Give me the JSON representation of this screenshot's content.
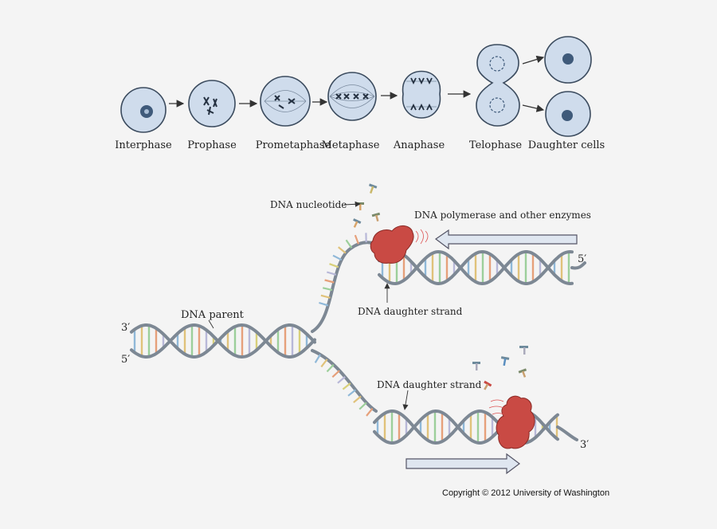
{
  "mitosis": {
    "stages": [
      {
        "label": "Interphase"
      },
      {
        "label": "Prophase"
      },
      {
        "label": "Prometaphase"
      },
      {
        "label": "Metaphase"
      },
      {
        "label": "Anaphase"
      },
      {
        "label": "Telophase"
      },
      {
        "label": "Daughter cells"
      }
    ]
  },
  "replication": {
    "labels": {
      "nucleotide": "DNA nucleotide",
      "polymerase": "DNA polymerase and other enzymes",
      "parent": "DNA parent",
      "daughter_top": "DNA daughter strand",
      "daughter_bottom": "DNA daughter strand",
      "end_3_left": "3′",
      "end_5_left": "5′",
      "end_5_right": "5′",
      "end_3_right": "3′"
    }
  },
  "copyright": "Copyright © 2012 University of Washington",
  "colors": {
    "cell_fill": "#cfdcec",
    "cell_stroke": "#3b4b5e",
    "backbone": "#7d8894",
    "enzyme": "#c94a44",
    "arrow_fill": "#dfe6f0"
  }
}
